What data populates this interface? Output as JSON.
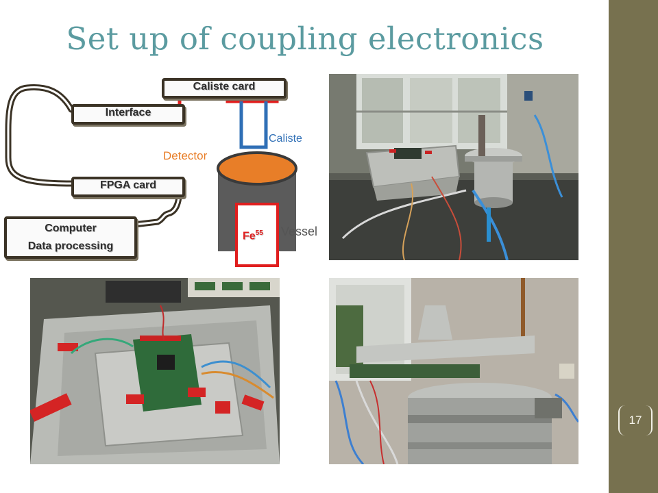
{
  "slide": {
    "title": "Set up of coupling electronics",
    "number": "17"
  },
  "diagram": {
    "caliste_card": "Caliste card",
    "interface": "Interface",
    "fpga_card": "FPGA card",
    "computer_line1": "Computer",
    "computer_line2": "Data processing",
    "caliste": "Caliste",
    "detector": "Detector",
    "source_base": "Fe",
    "source_sup": "55",
    "vessel": "Vessel"
  },
  "colors": {
    "title": "#5b9ba0",
    "sidebar": "#77714f",
    "detector_label": "#e87e28",
    "caliste_label": "#2f6fb6",
    "cable_red": "#e01e1e",
    "cable_blue": "#2f6fb6",
    "cable_dark": "#3b3326"
  }
}
